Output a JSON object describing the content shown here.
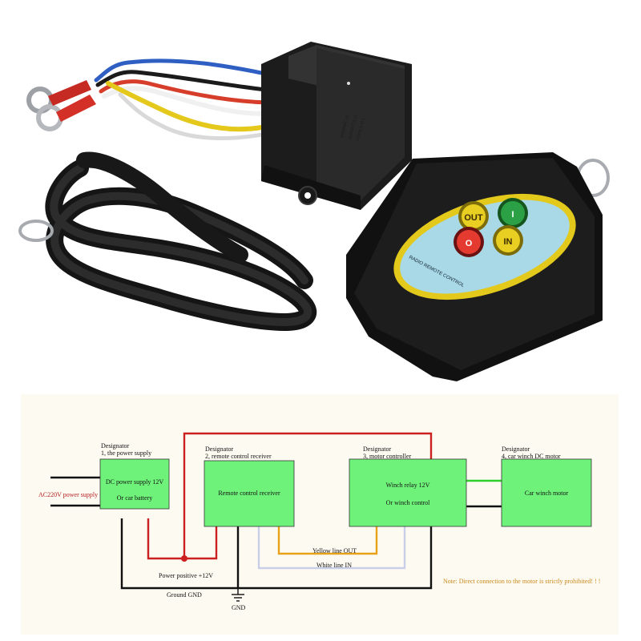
{
  "product": {
    "receiver_text": [
      "DS0668C.10",
      "1H0920T-3.11",
      "P1005-S.M.1"
    ],
    "remote_caption": "RADIO REMOTE CONTROL",
    "button_out": "OUT",
    "button_in": "IN",
    "button_on": "I",
    "button_off": "O"
  },
  "diagram": {
    "blocks": [
      {
        "designator": "Designator",
        "subtitle": "1, the power supply",
        "lines": [
          "DC power supply 12V",
          "Or car battery"
        ]
      },
      {
        "designator": "Designator",
        "subtitle": "2, remote control receiver",
        "lines": [
          "Remote control receiver"
        ]
      },
      {
        "designator": "Designator",
        "subtitle": "3, motor controller",
        "lines": [
          "Winch relay 12V",
          "Or winch control"
        ]
      },
      {
        "designator": "Designator",
        "subtitle": "4, car winch DC motor",
        "lines": [
          "Car winch motor"
        ]
      }
    ],
    "ac_label": "AC220V power supply",
    "yellow_label": "Yellow line   OUT",
    "white_label": "White line   IN",
    "power_label": "Power positive +12V",
    "ground_label": "Ground   GND",
    "gnd_symbol_label": "GND",
    "note": "Note: Direct connection to the motor is strictly prohibited!  !  !",
    "colors": {
      "block_fill": "#6ff27a",
      "wire_red": "#cc1f1f",
      "wire_black": "#111111",
      "wire_yellow": "#e8a21a",
      "wire_white": "#c9cfe8",
      "wire_green": "#2bd12b",
      "note": "#c98a1c",
      "background": "#fdfaf2"
    }
  }
}
